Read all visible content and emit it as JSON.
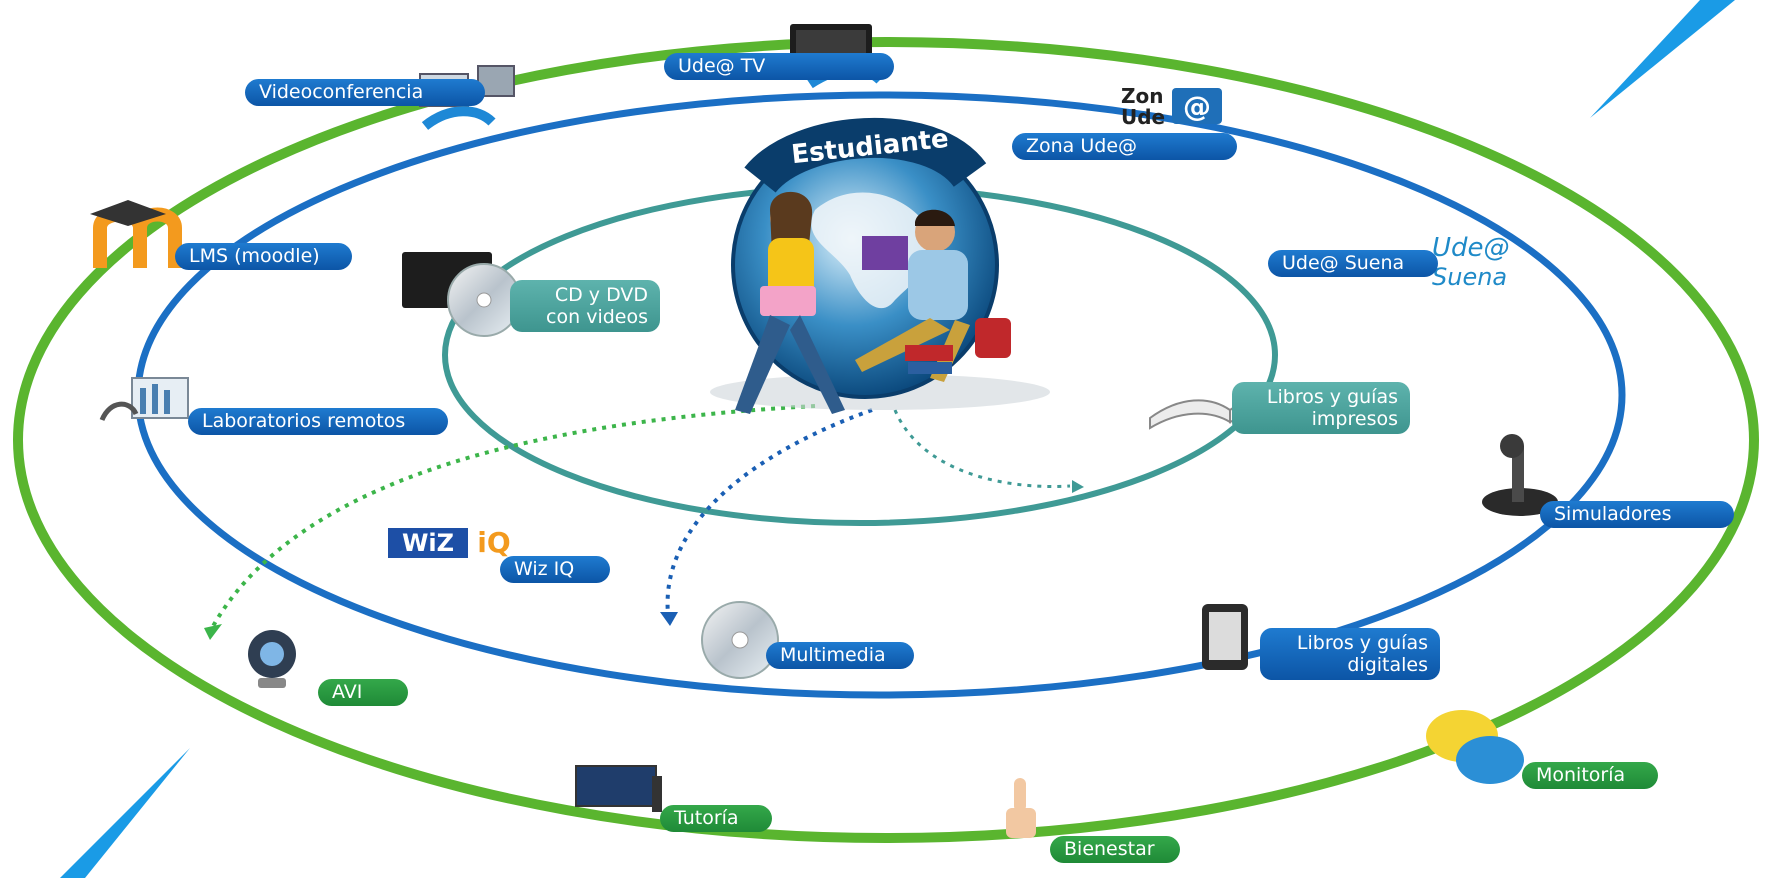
{
  "center": {
    "title": "Estudiante"
  },
  "zona_logo": {
    "line1": "Zon",
    "line2": "Ude"
  },
  "wiz_logo": {
    "part1": "WiZ",
    "part2": "iQ"
  },
  "nodes": {
    "videoconferencia": "Videoconferencia",
    "ude_tv": "Ude@ TV",
    "zona_ude": "Zona Ude@",
    "lms": "LMS (moodle)",
    "cd_dvd_1": "CD y DVD",
    "cd_dvd_2": "con videos",
    "ude_suena": "Ude@ Suena",
    "laboratorios": "Laboratorios remotos",
    "libros_impresos_1": "Libros y guías",
    "libros_impresos_2": "impresos",
    "simuladores": "Simuladores",
    "wiz_iq": "Wiz IQ",
    "multimedia": "Multimedia",
    "libros_digitales_1": "Libros y guías",
    "libros_digitales_2": "digitales",
    "avi": "AVI",
    "monitoria": "Monitoría",
    "tutoria": "Tutoría",
    "bienestar": "Bienestar"
  },
  "colors": {
    "outer_ring": "#5ab52f",
    "middle_ring": "#1b6fc4",
    "inner_ring": "#3f9a95",
    "blue_label": "#0c55a6",
    "teal_label": "#3e958f",
    "green_label": "#1f8a37",
    "accent_wedge": "#1a9be6"
  }
}
